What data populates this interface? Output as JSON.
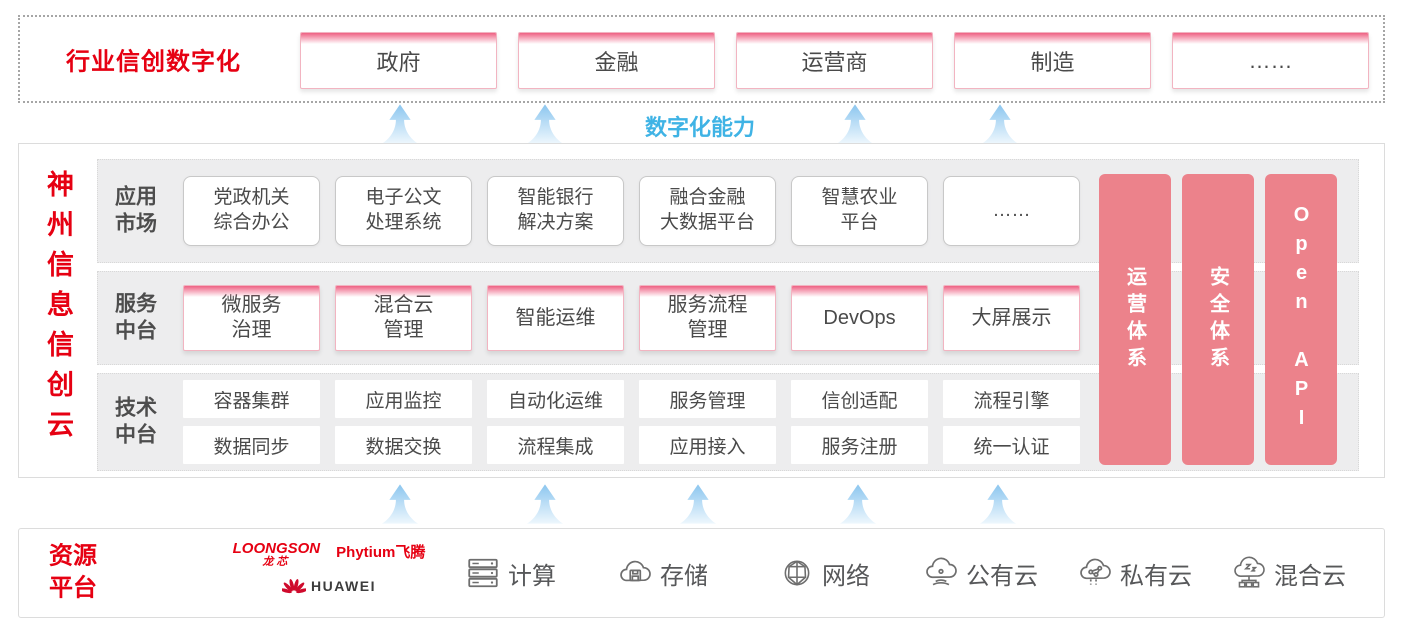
{
  "colors": {
    "accent_red": "#e60012",
    "bar_pink": "#ec828b",
    "capability_blue": "#3fb3e5"
  },
  "top_banner": {
    "title": "行业信创数字化",
    "items": [
      "政府",
      "金融",
      "运营商",
      "制造",
      "……"
    ]
  },
  "capability": {
    "label": "数字化能力"
  },
  "platform": {
    "title": "神州信息信创云",
    "rows": [
      {
        "label": "应用\n市场",
        "items": [
          "党政机关\n综合办公",
          "电子公文\n处理系统",
          "智能银行\n解决方案",
          "融合金融\n大数据平台",
          "智慧农业\n平台",
          "……"
        ]
      },
      {
        "label": "服务\n中台",
        "items": [
          "微服务\n治理",
          "混合云\n管理",
          "智能运维",
          "服务流程\n管理",
          "DevOps",
          "大屏展示"
        ]
      },
      {
        "label": "技术\n中台",
        "items_top": [
          "容器集群",
          "应用监控",
          "自动化运维",
          "服务管理",
          "信创适配",
          "流程引擎"
        ],
        "items_bottom": [
          "数据同步",
          "数据交换",
          "流程集成",
          "应用接入",
          "服务注册",
          "统一认证"
        ]
      }
    ],
    "side_bars": [
      "运营体系",
      "安全体系",
      "Open API"
    ]
  },
  "resources": {
    "title": "资源\n平台",
    "vendors": {
      "loongson": "LOONGSON",
      "loongson_cn": "龙芯",
      "phytium": "Phytium飞腾",
      "huawei": "HUAWEI"
    },
    "items": [
      {
        "icon": "compute-icon",
        "label": "计算"
      },
      {
        "icon": "storage-icon",
        "label": "存储"
      },
      {
        "icon": "network-icon",
        "label": "网络"
      },
      {
        "icon": "public-cloud-icon",
        "label": "公有云"
      },
      {
        "icon": "private-cloud-icon",
        "label": "私有云"
      },
      {
        "icon": "hybrid-cloud-icon",
        "label": "混合云"
      }
    ]
  }
}
